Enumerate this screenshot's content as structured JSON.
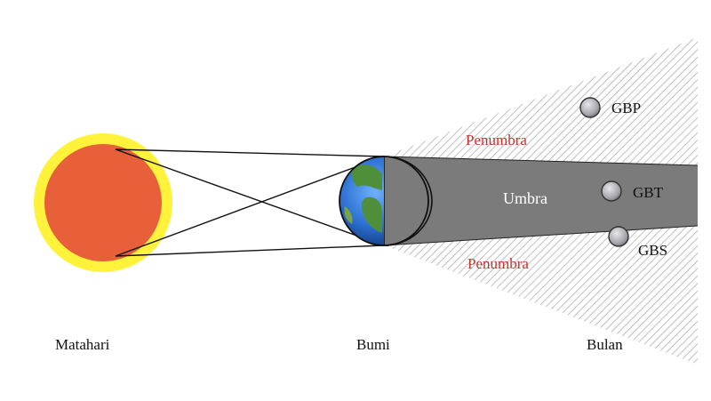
{
  "labels": {
    "sun": "Matahari",
    "earth": "Bumi",
    "moon": "Bulan",
    "umbra": "Umbra",
    "penumbra_top": "Penumbra",
    "penumbra_bottom": "Penumbra",
    "moon_penumbral": "GBP",
    "moon_total": "GBT",
    "moon_partial": "GBS"
  },
  "colors": {
    "sun_core": "#e8603a",
    "sun_corona": "#fff23a",
    "umbra": "#7b7b7b",
    "penumbra_hatch": "#9a9a9a",
    "moon": "#a9a9b0",
    "earth_ocean": "#2b6fd1",
    "earth_land": "#4f8f3a",
    "penumbra_text": "#c8322a"
  }
}
